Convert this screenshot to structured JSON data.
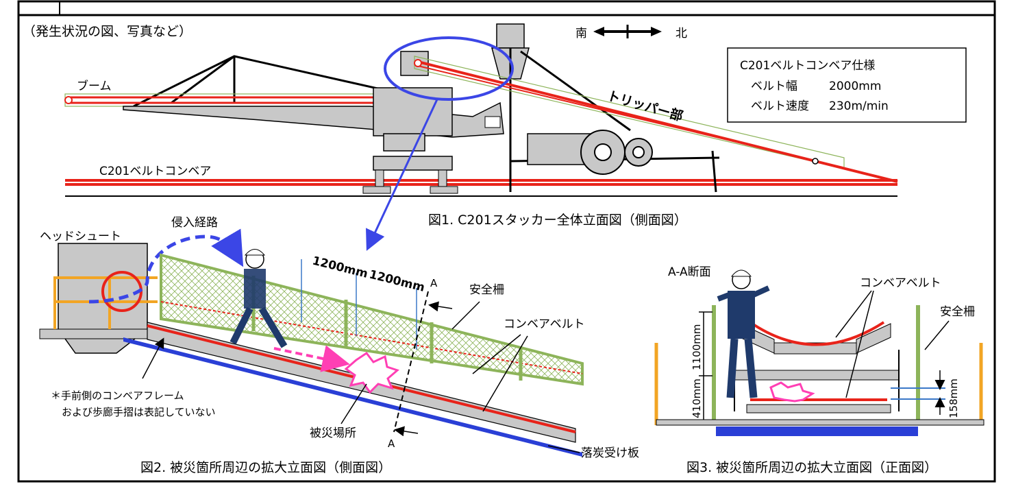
{
  "header": {
    "caption": "（発生状況の図、写真など）"
  },
  "compass": {
    "south": "南",
    "north": "北"
  },
  "spec": {
    "title": "C201ベルトコンベア仕様",
    "rows": [
      {
        "label": "ベルト幅",
        "value": "2000mm"
      },
      {
        "label": "ベルト速度",
        "value": "230m/min"
      }
    ]
  },
  "figure1": {
    "caption": "図1. C201スタッカー全体立面図（側面図）",
    "labels": {
      "boom": "ブーム",
      "tripper": "トリッパー部",
      "conveyor": "C201ベルトコンベア"
    }
  },
  "figure2": {
    "caption": "図2. 被災箇所周辺の拡大立面図（側面図）",
    "labels": {
      "head_chute": "ヘッドシュート",
      "intrusion_route": "侵入経路",
      "dim1": "1200mm",
      "dim2": "1200mm",
      "section_mark": "A",
      "safety_fence": "安全柵",
      "conveyor_belt": "コンベアベルト",
      "note_line1": "＊手前側のコンベアフレーム",
      "note_line2": "および歩廊手摺は表記していない",
      "accident_site": "被災場所",
      "coal_plate": "落炭受け板"
    }
  },
  "figure3": {
    "caption": "図3. 被災箇所周辺の拡大立面図（正面図）",
    "labels": {
      "section": "A-A断面",
      "conveyor_belt": "コンベアベルト",
      "safety_fence": "安全柵",
      "h1100": "1100mm",
      "h410": "410mm",
      "h158": "158mm"
    }
  },
  "colors": {
    "belt": "#e8231a",
    "fence": "#8db45a",
    "frame": "#c8c8c8",
    "plate": "#2a3fd6",
    "highlight": "#3b46e6",
    "impact": "#ff3fb4",
    "railing": "#f2a524",
    "worker": "#1f3a6b"
  }
}
